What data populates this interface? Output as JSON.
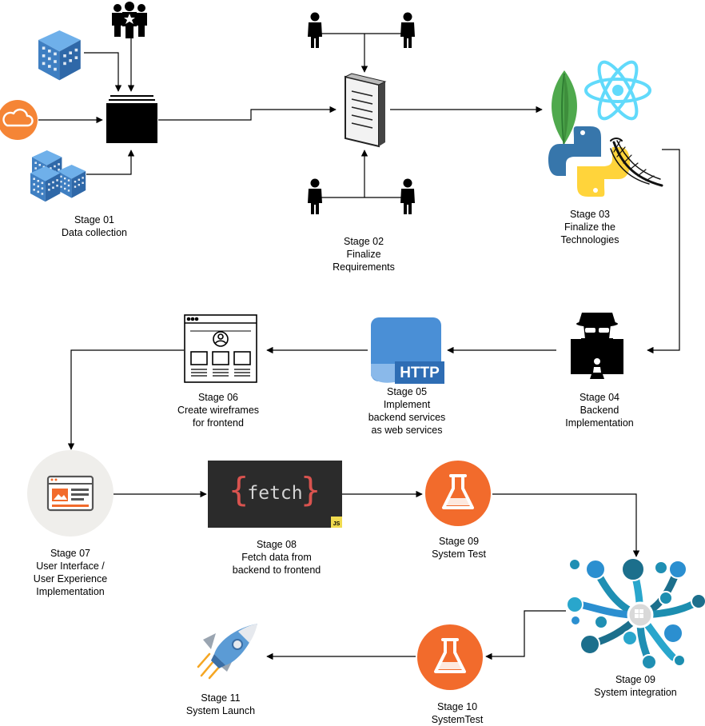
{
  "stages": {
    "s01": {
      "number": "Stage 01",
      "lines": [
        "Data collection"
      ]
    },
    "s02": {
      "number": "Stage 02",
      "lines": [
        "Finalize",
        "Requirements"
      ]
    },
    "s03": {
      "number": "Stage 03",
      "lines": [
        "Finalize the",
        "Technologies"
      ]
    },
    "s04": {
      "number": "Stage 04",
      "lines": [
        "Backend",
        "Implementation"
      ]
    },
    "s05": {
      "number": "Stage 05",
      "lines": [
        "Implement",
        "backend services",
        "as web services"
      ]
    },
    "s06": {
      "number": "Stage 06",
      "lines": [
        "Create wireframes",
        "for frontend"
      ]
    },
    "s07": {
      "number": "Stage 07",
      "lines": [
        "User Interface /",
        "User Experience",
        "Implementation"
      ]
    },
    "s08": {
      "number": "Stage 08",
      "lines": [
        "Fetch data from",
        "backend to frontend"
      ]
    },
    "s09a": {
      "number": "Stage 09",
      "lines": [
        "System Test"
      ]
    },
    "s09b": {
      "number": "Stage 09",
      "lines": [
        "System integration"
      ]
    },
    "s10": {
      "number": "Stage 10",
      "lines": [
        "SystemTest"
      ]
    },
    "s11": {
      "number": "Stage 11",
      "lines": [
        "System Launch"
      ]
    }
  },
  "icon_text": {
    "http": "HTTP",
    "fetch": "fetch",
    "fetch_open": "{",
    "fetch_close": "}",
    "js_badge": "JS"
  },
  "colors": {
    "arrow": "#000000",
    "building": "#3f7fc2",
    "cloud": "#f58536",
    "flask_circle": "#f26b2c",
    "http_box": "#4a8fd6",
    "fetch_bg": "#2b2b2b",
    "fetch_brace": "#d9534f",
    "react": "#61dafb",
    "mongo": "#4fa94d",
    "python_blue": "#3776ab",
    "python_yellow": "#ffd43b",
    "rocket": "#5b9bd5"
  }
}
